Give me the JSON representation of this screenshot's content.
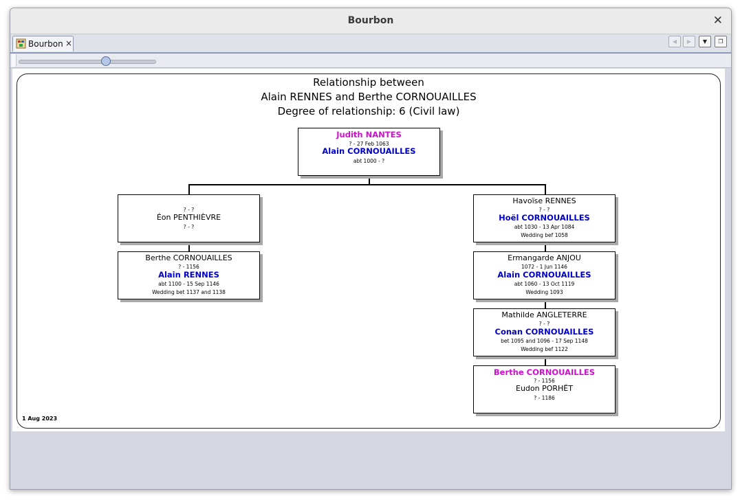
{
  "window": {
    "title": "Bourbon",
    "close_icon": "close-icon"
  },
  "tab": {
    "label": "Bourbon",
    "close": "×",
    "icon": "tree-icon"
  },
  "tab_controls": {
    "prev": "◀",
    "next": "▶",
    "menu": "▼",
    "maximize": "❐"
  },
  "zoom": {
    "level": 0.64
  },
  "chart": {
    "title": "Relationship between",
    "subtitle": "Alain RENNES and Berthe CORNOUAILLES",
    "degree": "Degree of relationship: 6 (Civil law)",
    "date": "1 Aug 2023"
  },
  "colors": {
    "primary_name": "#0000cc",
    "highlight_name": "#d010d0"
  },
  "boxes": {
    "top": {
      "line1": "Judith NANTES",
      "line2": "? - 27 Feb 1063",
      "line3": "Alain CORNOUAILLES",
      "line4": "abt 1000 - ?"
    },
    "left1": {
      "line1": "? - ?",
      "line2": "Éon PENTHIÈVRE",
      "line3": "? - ?"
    },
    "left2": {
      "line1": "Berthe CORNOUAILLES",
      "line2": "? - 1156",
      "line3": "Alain RENNES",
      "line4": "abt 1100 - 15 Sep 1146",
      "line5": "Wedding bet 1137 and 1138"
    },
    "right1": {
      "line1": "Havoïse RENNES",
      "line2": "? - ?",
      "line3": "Hoël CORNOUAILLES",
      "line4": "abt 1030 - 13 Apr 1084",
      "line5": "Wedding bef 1058"
    },
    "right2": {
      "line1": "Ermangarde ANJOU",
      "line2": "1072 - 1 Jun 1146",
      "line3": "Alain CORNOUAILLES",
      "line4": "abt 1060 - 13 Oct 1119",
      "line5": "Wedding 1093"
    },
    "right3": {
      "line1": "Mathilde ANGLETERRE",
      "line2": "? - ?",
      "line3": "Conan CORNOUAILLES",
      "line4": "bet 1095 and 1096 - 17 Sep 1148",
      "line5": "Wedding bef 1122"
    },
    "right4": {
      "line1": "Berthe CORNOUAILLES",
      "line2": "? - 1156",
      "line3": "Eudon PORHËT",
      "line4": "? - 1186"
    }
  }
}
